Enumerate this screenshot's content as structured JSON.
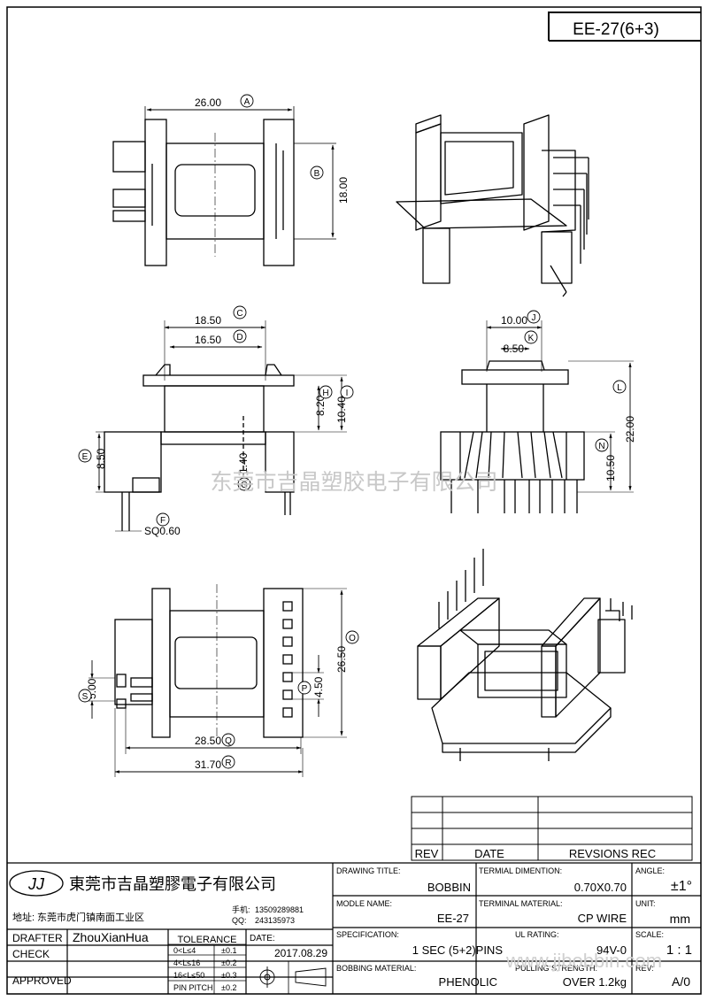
{
  "part_number": "EE-27(6+3)",
  "watermark": "东莞市吉晶塑胶电子有限公司",
  "watermark_footer": "www.jjbobbin.com",
  "dimensions": {
    "A": {
      "letter": "A",
      "value": "26.00"
    },
    "B": {
      "letter": "B",
      "value": "18.00"
    },
    "C": {
      "letter": "C",
      "value": "18.50"
    },
    "D": {
      "letter": "D",
      "value": "16.50"
    },
    "E": {
      "letter": "E",
      "value": "8.50"
    },
    "F": {
      "letter": "F",
      "value": "SQ0.60"
    },
    "G": {
      "letter": "G",
      "value": "1.40"
    },
    "H": {
      "letter": "H",
      "value": "8.20"
    },
    "I": {
      "letter": "I",
      "value": "10.40"
    },
    "J": {
      "letter": "J",
      "value": "10.00"
    },
    "K": {
      "letter": "K",
      "value": "8.50"
    },
    "L": {
      "letter": "L",
      "value": "22.00"
    },
    "N": {
      "letter": "N",
      "value": "10.50"
    },
    "O": {
      "letter": "O",
      "value": "26.50"
    },
    "P": {
      "letter": "P",
      "value": "4.50"
    },
    "Q": {
      "letter": "Q",
      "value": "28.50"
    },
    "R": {
      "letter": "R",
      "value": "31.70"
    },
    "S": {
      "letter": "S",
      "value": "5.00"
    }
  },
  "revision_table": {
    "headers": {
      "rev": "REV",
      "date": "DATE",
      "recs": "REVSIONS REC"
    }
  },
  "company": {
    "logo": "JJ",
    "name": "東莞市吉晶塑膠電子有限公司",
    "address_label": "地址:",
    "address": "东莞市虎门镇南面工业区",
    "phone_label": "手机:",
    "phone": "13509289881",
    "qq_label": "QQ:",
    "qq": "243135973"
  },
  "title_block": {
    "drawing_title_label": "DRAWING TITLE:",
    "drawing_title": "BOBBIN",
    "terminal_dimention_label": "TERMIAL DIMENTION:",
    "terminal_dimention": "0.70X0.70",
    "angle_label": "ANGLE:",
    "angle": "±1°",
    "model_name_label": "MODLE NAME:",
    "model_name": "EE-27",
    "terminal_material_label": "TERMINAL MATERIAL:",
    "terminal_material": "CP WIRE",
    "unit_label": "UNIT:",
    "unit": "mm",
    "specification_label": "SPECIFICATION:",
    "specification": "1 SEC (5+2)PINS",
    "ul_rating_label": "UL RATING:",
    "ul_rating": "94V-0",
    "scale_label": "SCALE:",
    "scale": "1 : 1",
    "bobbin_material_label": "BOBBING MATERIAL:",
    "bobbin_material": "PHENOLIC",
    "pulling_strength_label": "PULLING STRENGTH:",
    "pulling_strength": "OVER 1.2kg",
    "rev_label": "REV:",
    "rev": "A/0"
  },
  "signoff": {
    "drafter_label": "DRAFTER",
    "drafter": "ZhouXianHua",
    "check_label": "CHECK",
    "approved_label": "APPROVED",
    "tolerance_label": "TOLERANCE",
    "tolerances": [
      {
        "range": "0<L≤4",
        "value": "±0.1"
      },
      {
        "range": "4<L≤16",
        "value": "±0.2"
      },
      {
        "range": "16<L≤50",
        "value": "±0.3"
      },
      {
        "range": "PIN PITCH",
        "value": "±0.2"
      }
    ],
    "date_label": "DATE:",
    "date": "2017.08.29"
  }
}
